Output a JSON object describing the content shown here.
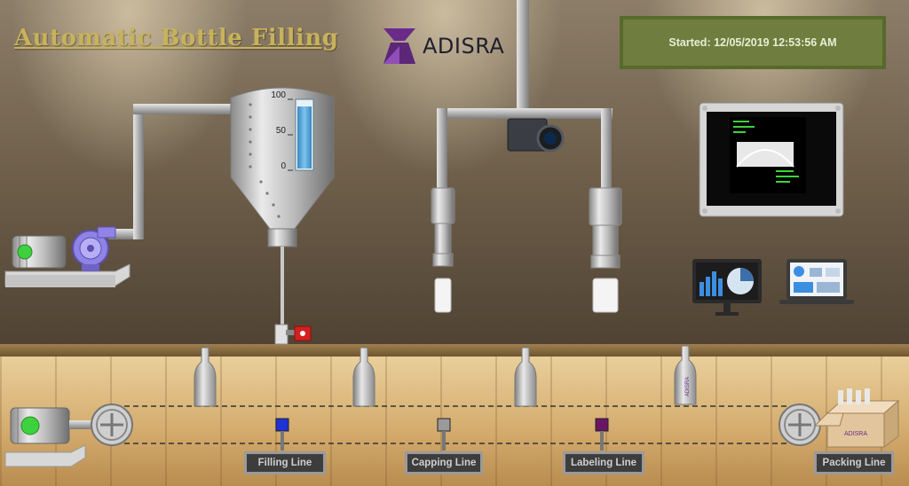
{
  "header": {
    "title": "Automatic Bottle Filling",
    "logo_text": "ADISRA",
    "status_text": "Started: 12/05/2019 12:53:56 AM"
  },
  "tank": {
    "scale_labels": [
      "100",
      "50",
      "0"
    ],
    "level_fraction": 0.92
  },
  "lines": [
    {
      "label": "Filling Line",
      "sensor_color": "#1e32d6"
    },
    {
      "label": "Capping Line",
      "sensor_color": "#9a9a9a"
    },
    {
      "label": "Labeling Line",
      "sensor_color": "#6a1466"
    },
    {
      "label": "Packing Line"
    }
  ],
  "bottle_label_text": "ADISRA",
  "box_label_text": "ADISRA",
  "colors": {
    "title": "#c8b25a",
    "status_bg": "#6f7e3e",
    "tank_liquid": "#5aa8d8",
    "pump": "#8f83e6",
    "motor_led": "#3ed13e",
    "valve": "#d42020"
  },
  "icons": [
    "pump-icon",
    "motor-icon",
    "tank-icon",
    "camera-icon",
    "vision-monitor-icon",
    "chart-monitor-icon",
    "dashboard-laptop-icon",
    "conveyor-wheel-icon",
    "packing-box-icon",
    "valve-icon"
  ]
}
